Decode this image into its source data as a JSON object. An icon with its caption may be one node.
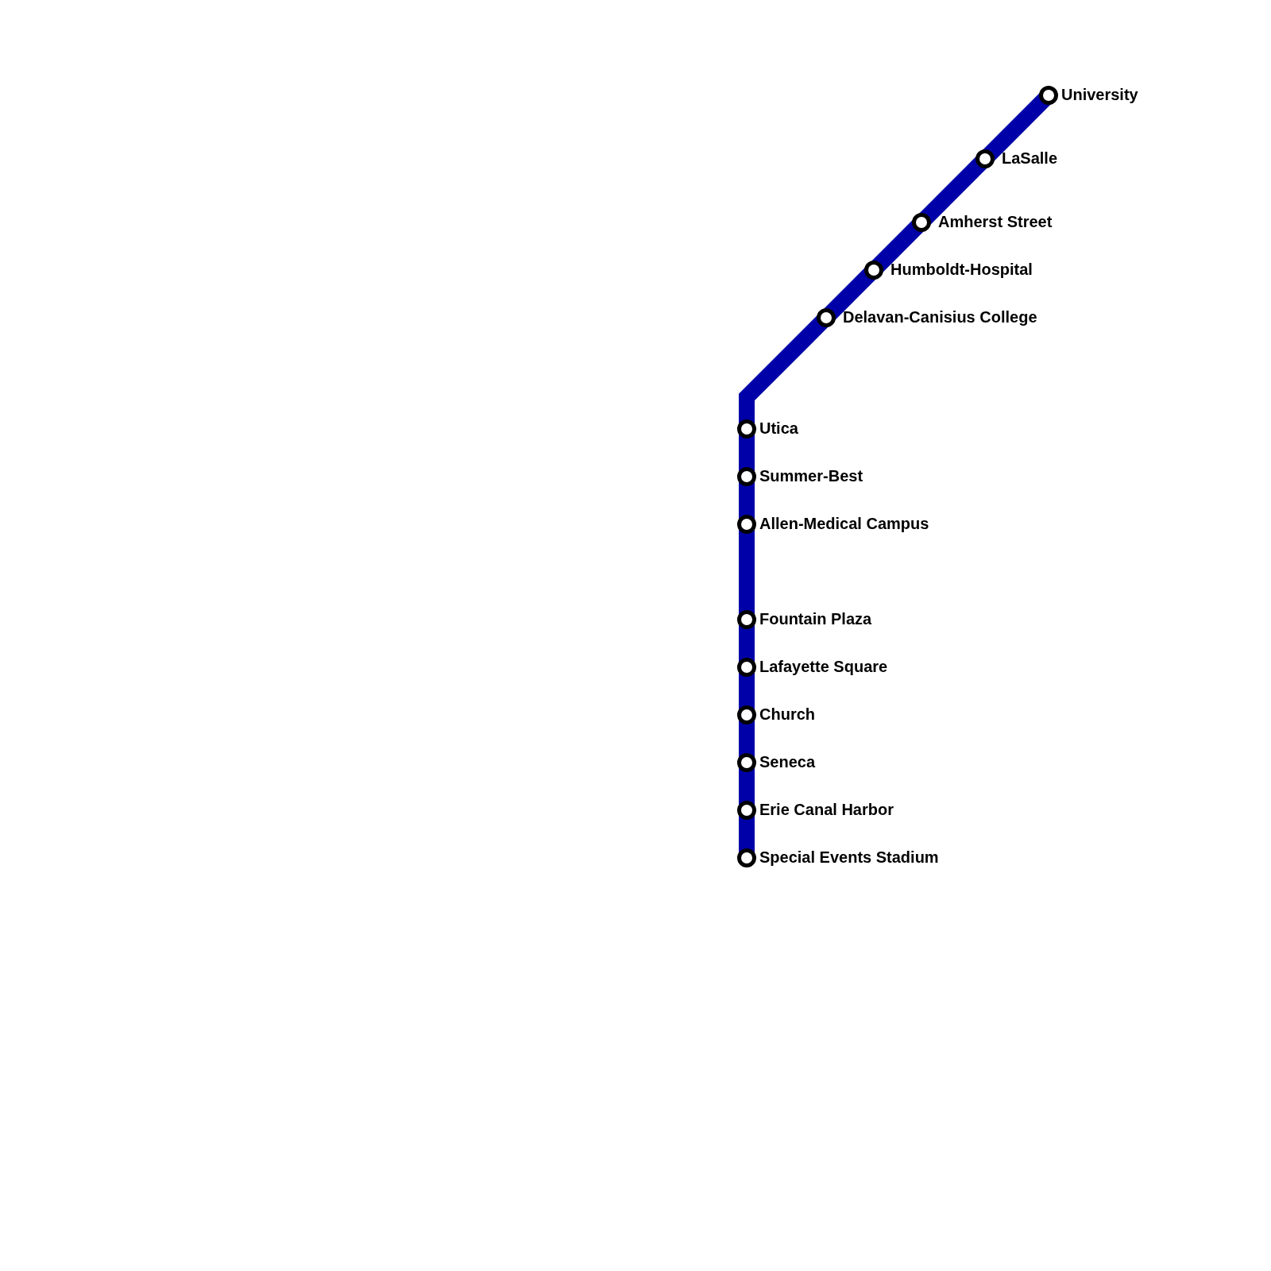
{
  "diagram": {
    "nodes": [
      {
        "text": [],
        "shape": "circle",
        "beside": [
          "University"
        ]
      },
      {
        "text": [],
        "shape": "circle",
        "beside": [
          "LaSalle"
        ]
      },
      {
        "text": [],
        "shape": "circle",
        "beside": [
          "Amherst Street"
        ]
      },
      {
        "text": [],
        "shape": "circle",
        "beside": [
          "Humboldt-Hospital"
        ]
      },
      {
        "text": [],
        "shape": "circle",
        "beside": [
          "Delavan-Canisius College"
        ]
      },
      {
        "text": [],
        "shape": "circle",
        "beside": [
          "Utica"
        ]
      },
      {
        "text": [],
        "shape": "circle",
        "beside": [
          "Summer-Best"
        ]
      },
      {
        "text": [],
        "shape": "circle",
        "beside": [
          "Allen-Medical Campus"
        ]
      },
      {
        "text": [],
        "shape": "circle",
        "beside": [
          "Fountain Plaza"
        ]
      },
      {
        "text": [],
        "shape": "circle",
        "beside": [
          "Lafayette Square"
        ]
      },
      {
        "text": [],
        "shape": "circle",
        "beside": [
          "Church"
        ]
      },
      {
        "text": [],
        "shape": "circle",
        "beside": [
          "Seneca"
        ]
      },
      {
        "text": [],
        "shape": "circle",
        "beside": [
          "Erie Canal Harbor"
        ]
      },
      {
        "text": [],
        "shape": "circle",
        "beside": [
          "Special Events Stadium"
        ]
      }
    ],
    "edges": [
      {
        "from": 0,
        "to": 1,
        "arrow": "none"
      },
      {
        "from": 1,
        "to": 2,
        "arrow": "none"
      },
      {
        "from": 2,
        "to": 3,
        "arrow": "none"
      },
      {
        "from": 3,
        "to": 4,
        "arrow": "none"
      },
      {
        "from": 4,
        "to": 5,
        "arrow": "none"
      },
      {
        "from": 5,
        "to": 6,
        "arrow": "none"
      },
      {
        "from": 6,
        "to": 7,
        "arrow": "none"
      },
      {
        "from": 7,
        "to": 8,
        "arrow": "none"
      },
      {
        "from": 8,
        "to": 9,
        "arrow": "none"
      },
      {
        "from": 9,
        "to": 10,
        "arrow": "none"
      },
      {
        "from": 10,
        "to": 11,
        "arrow": "none"
      },
      {
        "from": 11,
        "to": 12,
        "arrow": "none"
      },
      {
        "from": 12,
        "to": 13,
        "arrow": "none"
      }
    ]
  }
}
